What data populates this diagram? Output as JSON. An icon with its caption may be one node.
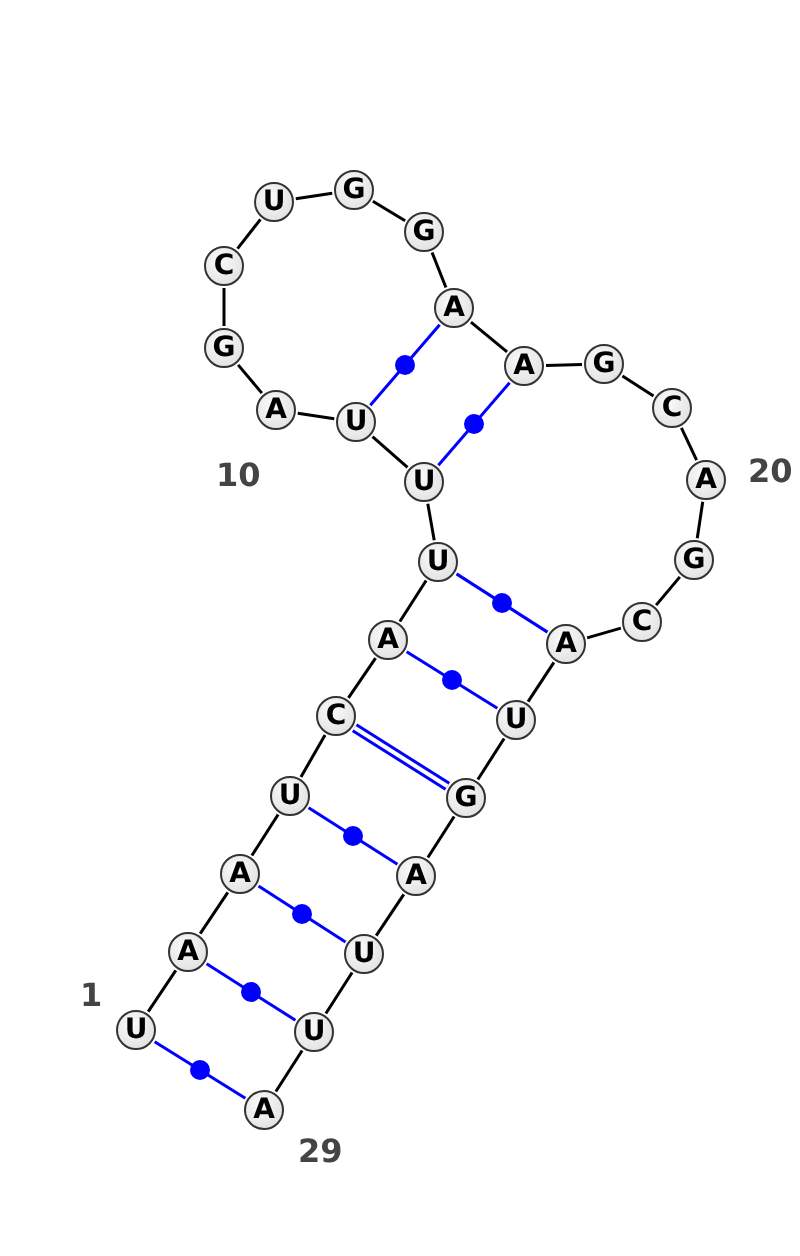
{
  "diagram": {
    "nodes": [
      {
        "text": [
          "U"
        ],
        "beside": [
          "1"
        ]
      },
      {
        "text": [
          "A"
        ]
      },
      {
        "text": [
          "A"
        ]
      },
      {
        "text": [
          "U"
        ]
      },
      {
        "text": [
          "C"
        ]
      },
      {
        "text": [
          "A"
        ]
      },
      {
        "text": [
          "U"
        ]
      },
      {
        "text": [
          "U"
        ]
      },
      {
        "text": [
          "U"
        ]
      },
      {
        "text": [
          "A"
        ],
        "beside": [
          "10"
        ]
      },
      {
        "text": [
          "G"
        ]
      },
      {
        "text": [
          "C"
        ]
      },
      {
        "text": [
          "U"
        ]
      },
      {
        "text": [
          "G"
        ]
      },
      {
        "text": [
          "G"
        ]
      },
      {
        "text": [
          "A"
        ]
      },
      {
        "text": [
          "A"
        ]
      },
      {
        "text": [
          "G"
        ]
      },
      {
        "text": [
          "C"
        ]
      },
      {
        "text": [
          "A"
        ],
        "beside": [
          "20"
        ]
      },
      {
        "text": [
          "G"
        ]
      },
      {
        "text": [
          "C"
        ]
      },
      {
        "text": [
          "A"
        ]
      },
      {
        "text": [
          "U"
        ]
      },
      {
        "text": [
          "G"
        ]
      },
      {
        "text": [
          "A"
        ]
      },
      {
        "text": [
          "U"
        ]
      },
      {
        "text": [
          "U"
        ]
      },
      {
        "text": [
          "A"
        ],
        "beside": [
          "29"
        ]
      }
    ],
    "edges": [
      {
        "from": 0,
        "to": 1,
        "arrow": "none"
      },
      {
        "from": 1,
        "to": 2,
        "arrow": "none"
      },
      {
        "from": 2,
        "to": 3,
        "arrow": "none"
      },
      {
        "from": 3,
        "to": 4,
        "arrow": "none"
      },
      {
        "from": 4,
        "to": 5,
        "arrow": "none"
      },
      {
        "from": 5,
        "to": 6,
        "arrow": "none"
      },
      {
        "from": 6,
        "to": 7,
        "arrow": "none"
      },
      {
        "from": 7,
        "to": 8,
        "arrow": "none"
      },
      {
        "from": 8,
        "to": 9,
        "arrow": "none"
      },
      {
        "from": 9,
        "to": 10,
        "arrow": "none"
      },
      {
        "from": 10,
        "to": 11,
        "arrow": "none"
      },
      {
        "from": 11,
        "to": 12,
        "arrow": "none"
      },
      {
        "from": 12,
        "to": 13,
        "arrow": "none"
      },
      {
        "from": 13,
        "to": 14,
        "arrow": "none"
      },
      {
        "from": 14,
        "to": 15,
        "arrow": "none"
      },
      {
        "from": 15,
        "to": 16,
        "arrow": "none"
      },
      {
        "from": 16,
        "to": 17,
        "arrow": "none"
      },
      {
        "from": 17,
        "to": 18,
        "arrow": "none"
      },
      {
        "from": 18,
        "to": 19,
        "arrow": "none"
      },
      {
        "from": 19,
        "to": 20,
        "arrow": "none"
      },
      {
        "from": 20,
        "to": 21,
        "arrow": "none"
      },
      {
        "from": 21,
        "to": 22,
        "arrow": "none"
      },
      {
        "from": 22,
        "to": 23,
        "arrow": "none"
      },
      {
        "from": 23,
        "to": 24,
        "arrow": "none"
      },
      {
        "from": 24,
        "to": 25,
        "arrow": "none"
      },
      {
        "from": 25,
        "to": 26,
        "arrow": "none"
      },
      {
        "from": 26,
        "to": 27,
        "arrow": "none"
      },
      {
        "from": 27,
        "to": 28,
        "arrow": "none"
      },
      {
        "from": 0,
        "to": 28,
        "arrow": "none",
        "color": "#0000ff"
      },
      {
        "from": 1,
        "to": 27,
        "arrow": "none",
        "color": "#0000ff"
      },
      {
        "from": 2,
        "to": 26,
        "arrow": "none",
        "color": "#0000ff"
      },
      {
        "from": 3,
        "to": 25,
        "arrow": "none",
        "color": "#0000ff"
      },
      {
        "from": 4,
        "to": 24,
        "arrow": "none",
        "color": "#0000ff",
        "style": "thick"
      },
      {
        "from": 5,
        "to": 23,
        "arrow": "none",
        "color": "#0000ff"
      },
      {
        "from": 6,
        "to": 22,
        "arrow": "none",
        "color": "#0000ff"
      },
      {
        "from": 7,
        "to": 16,
        "arrow": "none",
        "color": "#0000ff"
      },
      {
        "from": 8,
        "to": 15,
        "arrow": "none",
        "color": "#0000ff"
      }
    ]
  }
}
